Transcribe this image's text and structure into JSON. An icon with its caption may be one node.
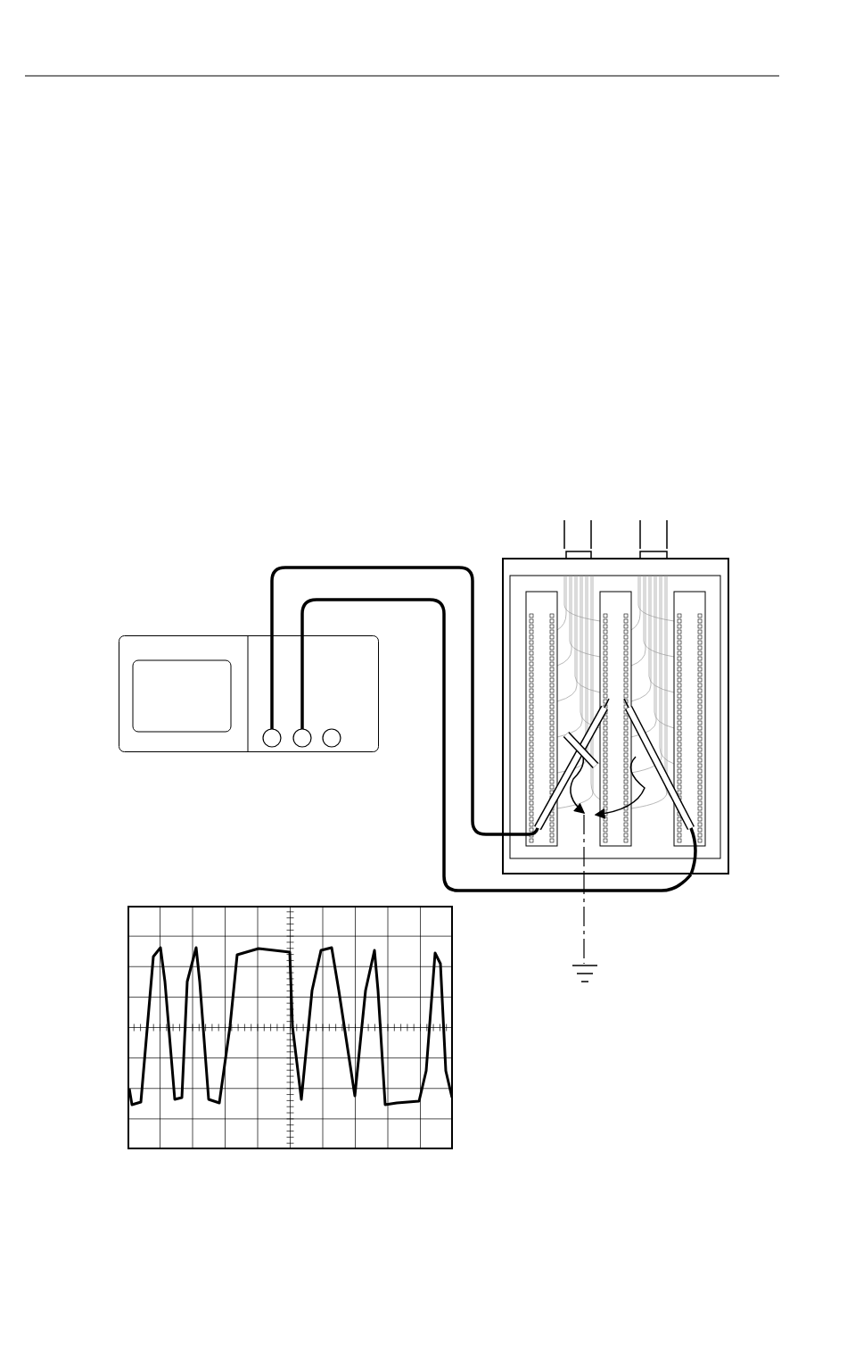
{
  "diagram": {
    "nodes": [
      {
        "text": [],
        "shape": "picture"
      },
      {
        "text": [],
        "shape": "picture"
      },
      {
        "text": [],
        "shape": "picture"
      }
    ],
    "edges": [
      {
        "from": 0,
        "to": 1,
        "arrow": "none"
      },
      {
        "from": 0,
        "to": 1,
        "arrow": "none"
      },
      {
        "from": 1,
        "to": 2,
        "arrow": "none",
        "style": "dashed"
      }
    ]
  }
}
